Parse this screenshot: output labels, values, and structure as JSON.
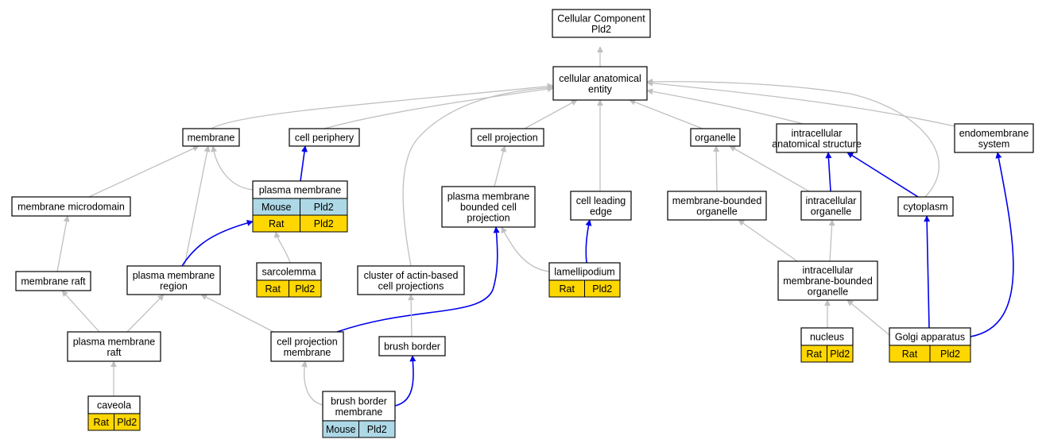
{
  "colors": {
    "mouse": "#add8e6",
    "rat": "#ffd700",
    "part_of": "#0000ee",
    "is_a": "#c0c0c0"
  },
  "nodes": [
    {
      "id": "root",
      "lines": [
        "Cellular Component",
        "Pld2"
      ]
    },
    {
      "id": "cae",
      "lines": [
        "cellular anatomical",
        "entity"
      ]
    },
    {
      "id": "membrane",
      "lines": [
        "membrane"
      ]
    },
    {
      "id": "cell_periphery",
      "lines": [
        "cell periphery"
      ]
    },
    {
      "id": "cell_projection",
      "lines": [
        "cell projection"
      ]
    },
    {
      "id": "organelle",
      "lines": [
        "organelle"
      ]
    },
    {
      "id": "ias",
      "lines": [
        "intracellular",
        "anatomical structure"
      ]
    },
    {
      "id": "endomembrane",
      "lines": [
        "endomembrane",
        "system"
      ]
    },
    {
      "id": "membrane_microdomain",
      "lines": [
        "membrane microdomain"
      ]
    },
    {
      "id": "plasma_membrane",
      "lines": [
        "plasma membrane"
      ],
      "rows": [
        [
          "Mouse",
          "Pld2"
        ],
        [
          "Rat",
          "Pld2"
        ]
      ]
    },
    {
      "id": "pm_bounded_proj",
      "lines": [
        "plasma membrane",
        "bounded cell",
        "projection"
      ]
    },
    {
      "id": "cell_leading_edge",
      "lines": [
        "cell leading",
        "edge"
      ]
    },
    {
      "id": "mb_organelle",
      "lines": [
        "membrane-bounded",
        "organelle"
      ]
    },
    {
      "id": "ic_organelle",
      "lines": [
        "intracellular",
        "organelle"
      ]
    },
    {
      "id": "cytoplasm",
      "lines": [
        "cytoplasm"
      ]
    },
    {
      "id": "membrane_raft",
      "lines": [
        "membrane raft"
      ]
    },
    {
      "id": "pm_region",
      "lines": [
        "plasma membrane",
        "region"
      ]
    },
    {
      "id": "sarcolemma",
      "lines": [
        "sarcolemma"
      ],
      "rows": [
        [
          "Rat",
          "Pld2"
        ]
      ]
    },
    {
      "id": "cluster_actin",
      "lines": [
        "cluster of actin-based",
        "cell projections"
      ]
    },
    {
      "id": "lamellipodium",
      "lines": [
        "lamellipodium"
      ],
      "rows": [
        [
          "Rat",
          "Pld2"
        ]
      ]
    },
    {
      "id": "ic_mb_organelle",
      "lines": [
        "intracellular",
        "membrane-bounded",
        "organelle"
      ]
    },
    {
      "id": "pm_raft",
      "lines": [
        "plasma membrane",
        "raft"
      ]
    },
    {
      "id": "cp_membrane",
      "lines": [
        "cell projection",
        "membrane"
      ]
    },
    {
      "id": "brush_border",
      "lines": [
        "brush border"
      ]
    },
    {
      "id": "nucleus",
      "lines": [
        "nucleus"
      ],
      "rows": [
        [
          "Rat",
          "Pld2"
        ]
      ]
    },
    {
      "id": "golgi",
      "lines": [
        "Golgi apparatus"
      ],
      "rows": [
        [
          "Rat",
          "Pld2"
        ]
      ]
    },
    {
      "id": "caveola",
      "lines": [
        "caveola"
      ],
      "rows": [
        [
          "Rat",
          "Pld2"
        ]
      ]
    },
    {
      "id": "bb_membrane",
      "lines": [
        "brush border",
        "membrane"
      ],
      "rows": [
        [
          "Mouse",
          "Pld2"
        ]
      ]
    }
  ],
  "edges": [
    {
      "from": "cae",
      "to": "root",
      "type": "is_a"
    },
    {
      "from": "membrane",
      "to": "cae",
      "type": "is_a"
    },
    {
      "from": "cell_periphery",
      "to": "cae",
      "type": "is_a"
    },
    {
      "from": "cell_projection",
      "to": "cae",
      "type": "is_a"
    },
    {
      "from": "organelle",
      "to": "cae",
      "type": "is_a"
    },
    {
      "from": "ias",
      "to": "cae",
      "type": "is_a"
    },
    {
      "from": "endomembrane",
      "to": "cae",
      "type": "is_a"
    },
    {
      "from": "cluster_actin",
      "to": "cae",
      "type": "is_a"
    },
    {
      "from": "cell_leading_edge",
      "to": "cae",
      "type": "is_a"
    },
    {
      "from": "cytoplasm",
      "to": "cae",
      "type": "is_a"
    },
    {
      "from": "membrane_microdomain",
      "to": "membrane",
      "type": "is_a"
    },
    {
      "from": "plasma_membrane",
      "to": "membrane",
      "type": "is_a"
    },
    {
      "from": "pm_region",
      "to": "membrane",
      "type": "is_a"
    },
    {
      "from": "plasma_membrane",
      "to": "cell_periphery",
      "type": "part_of"
    },
    {
      "from": "pm_bounded_proj",
      "to": "cell_projection",
      "type": "is_a"
    },
    {
      "from": "mb_organelle",
      "to": "organelle",
      "type": "is_a"
    },
    {
      "from": "ic_organelle",
      "to": "organelle",
      "type": "is_a"
    },
    {
      "from": "ic_organelle",
      "to": "ias",
      "type": "part_of"
    },
    {
      "from": "cytoplasm",
      "to": "ias",
      "type": "part_of"
    },
    {
      "from": "golgi",
      "to": "endomembrane",
      "type": "part_of"
    },
    {
      "from": "membrane_raft",
      "to": "membrane_microdomain",
      "type": "is_a"
    },
    {
      "from": "pm_region",
      "to": "plasma_membrane",
      "type": "part_of"
    },
    {
      "from": "sarcolemma",
      "to": "plasma_membrane",
      "type": "is_a"
    },
    {
      "from": "lamellipodium",
      "to": "pm_bounded_proj",
      "type": "is_a"
    },
    {
      "from": "cp_membrane",
      "to": "pm_bounded_proj",
      "type": "part_of"
    },
    {
      "from": "lamellipodium",
      "to": "cell_leading_edge",
      "type": "part_of"
    },
    {
      "from": "ic_mb_organelle",
      "to": "mb_organelle",
      "type": "is_a"
    },
    {
      "from": "ic_mb_organelle",
      "to": "ic_organelle",
      "type": "is_a"
    },
    {
      "from": "golgi",
      "to": "cytoplasm",
      "type": "part_of"
    },
    {
      "from": "pm_raft",
      "to": "membrane_raft",
      "type": "is_a"
    },
    {
      "from": "pm_raft",
      "to": "pm_region",
      "type": "is_a"
    },
    {
      "from": "cp_membrane",
      "to": "pm_region",
      "type": "is_a"
    },
    {
      "from": "brush_border",
      "to": "cluster_actin",
      "type": "is_a"
    },
    {
      "from": "nucleus",
      "to": "ic_mb_organelle",
      "type": "is_a"
    },
    {
      "from": "golgi",
      "to": "ic_mb_organelle",
      "type": "is_a"
    },
    {
      "from": "caveola",
      "to": "pm_raft",
      "type": "is_a"
    },
    {
      "from": "bb_membrane",
      "to": "cp_membrane",
      "type": "is_a"
    },
    {
      "from": "bb_membrane",
      "to": "brush_border",
      "type": "part_of"
    }
  ]
}
